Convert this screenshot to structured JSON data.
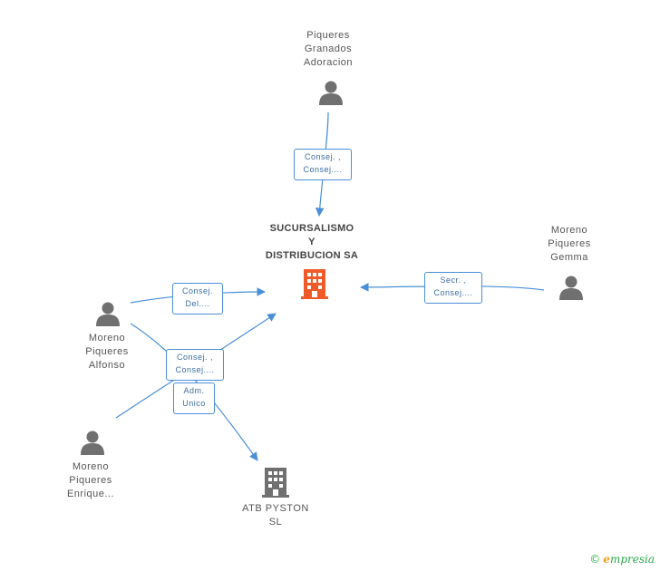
{
  "colors": {
    "link": "#4a8fd8",
    "person": "#707070",
    "company_main": "#f05a28",
    "company_other": "#707070"
  },
  "nodes": {
    "piqueres_granados": {
      "lines": [
        "Piqueres",
        "Granados",
        "Adoracion"
      ],
      "icon": "person-icon"
    },
    "main_company": {
      "lines": [
        "SUCURSALISMO",
        "Y",
        "DISTRIBUCION SA"
      ],
      "icon": "building-icon"
    },
    "moreno_gemma": {
      "lines": [
        "Moreno",
        "Piqueres",
        "Gemma"
      ],
      "icon": "person-icon"
    },
    "moreno_alfonso": {
      "lines": [
        "Moreno",
        "Piqueres",
        "Alfonso"
      ],
      "icon": "person-icon"
    },
    "moreno_enrique": {
      "lines": [
        "Moreno",
        "Piqueres",
        "Enrique..."
      ],
      "icon": "person-icon"
    },
    "atb_pyston": {
      "lines": [
        "ATB PYSTON",
        "SL"
      ],
      "icon": "building-icon"
    }
  },
  "relations": {
    "granados_main": [
      "Consej. ,",
      "Consej...."
    ],
    "gemma_main": [
      "Secr. ,",
      "Consej...."
    ],
    "alfonso_main": [
      "Consej.",
      "Del...."
    ],
    "enrique_main": [
      "Consej. ,",
      "Consej...."
    ],
    "alfonso_atb": [
      "Adm.",
      "Unico"
    ]
  },
  "footer": {
    "copyright": "©",
    "brand_first": "e",
    "brand_rest": "mpresia"
  }
}
